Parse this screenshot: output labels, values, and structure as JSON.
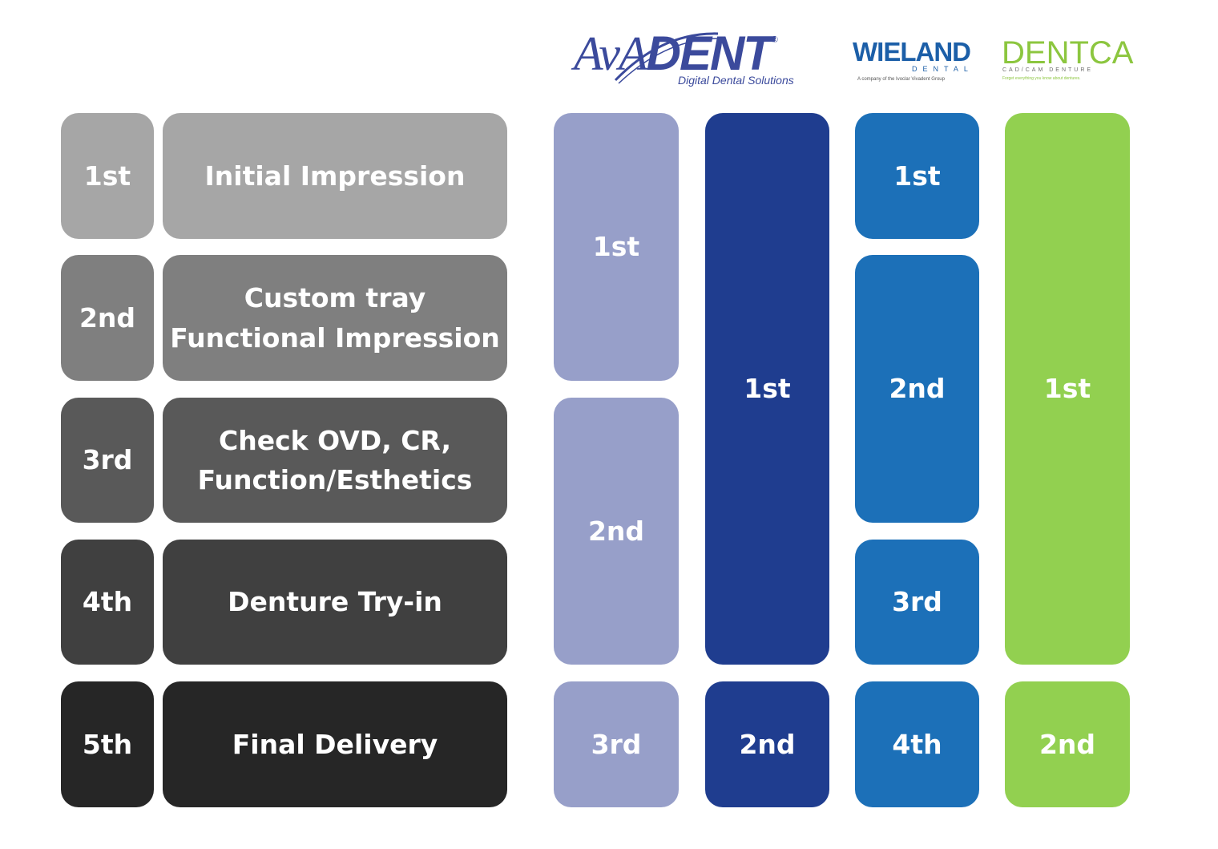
{
  "logos": {
    "avadent": {
      "name_prefix": "AvA",
      "name_suffix": "DENT",
      "registered": "®",
      "tagline": "Digital Dental Solutions"
    },
    "wieland": {
      "name": "WIELAND",
      "sub": "DENTAL",
      "tagline": "A company of the Ivoclar Vivadent Group"
    },
    "dentca": {
      "name": "DENTCA",
      "sub": "CAD/CAM DENTURE",
      "tagline": "Forget everything you know about dentures."
    }
  },
  "conventional": {
    "steps": [
      {
        "number": "1st",
        "label": "Initial Impression"
      },
      {
        "number": "2nd",
        "label": "Custom tray\nFunctional Impression"
      },
      {
        "number": "3rd",
        "label": "Check OVD, CR,\nFunction/Esthetics"
      },
      {
        "number": "4th",
        "label": "Denture Try-in"
      },
      {
        "number": "5th",
        "label": "Final Delivery"
      }
    ]
  },
  "workflows": {
    "avadent_light": {
      "color": "#979fc9",
      "visits": [
        "1st",
        "2nd",
        "3rd"
      ]
    },
    "avadent_dark": {
      "color": "#1f3d8f",
      "visits": [
        "1st",
        "2nd"
      ]
    },
    "wieland": {
      "color": "#1c70b8",
      "visits": [
        "1st",
        "2nd",
        "3rd",
        "4th"
      ]
    },
    "dentca": {
      "color": "#92d050",
      "visits": [
        "1st",
        "2nd"
      ]
    }
  },
  "colors": {
    "step1": "#a6a6a6",
    "step2": "#7f7f7f",
    "step3": "#595959",
    "step4": "#404040",
    "step5": "#262626",
    "avadent_brand": "#3b4a9c",
    "wieland_brand": "#1c5fa8",
    "dentca_brand": "#8cc63f"
  }
}
